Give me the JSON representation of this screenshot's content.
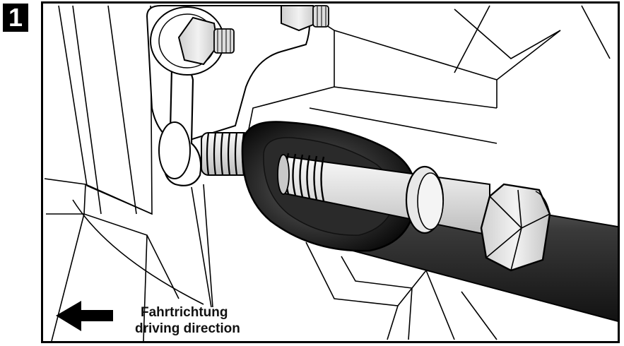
{
  "step": {
    "number": "1"
  },
  "labels": {
    "direction_de": "Fahrtrichtung",
    "direction_en": "driving direction"
  },
  "icons": {
    "arrow": "arrow-left-icon"
  },
  "colors": {
    "ink": "#000000",
    "rod": "#2a2a2a",
    "metal": "#e6e6e6"
  }
}
